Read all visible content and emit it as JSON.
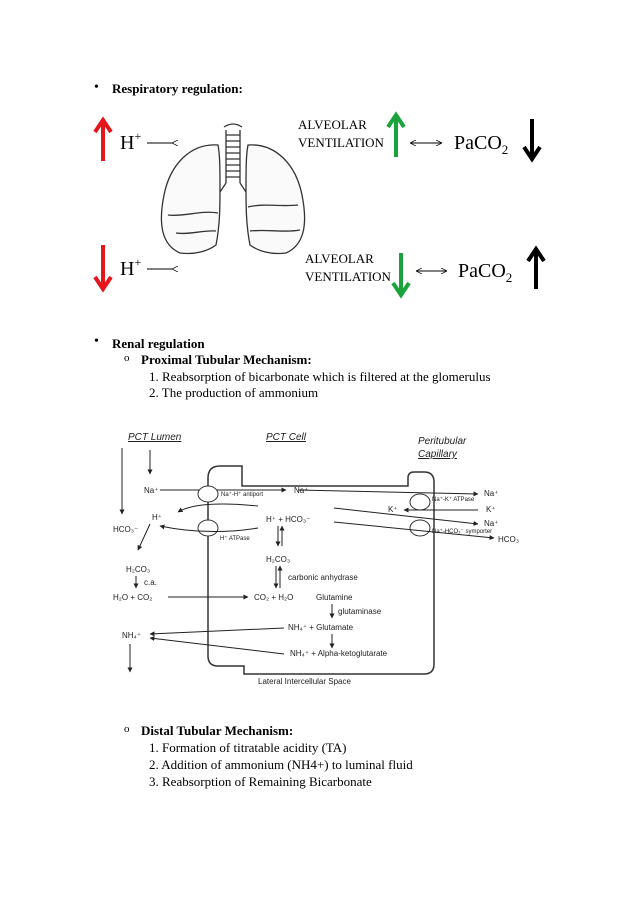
{
  "section1": {
    "bullet": "•",
    "title": "Respiratory regulation:",
    "figure": {
      "h_top": "H",
      "h_top_sup": "+",
      "h_bottom": "H",
      "h_bottom_sup": "+",
      "alveolar_top_1": "ALVEOLAR",
      "alveolar_top_2": "VENTILATION",
      "alveolar_bottom_1": "ALVEOLAR",
      "alveolar_bottom_2": "VENTILATION",
      "paco2_top": "PaCO",
      "paco2_top_sub": "2",
      "paco2_bottom": "PaCO",
      "paco2_bottom_sub": "2",
      "colors": {
        "up": "#e4161b",
        "green": "#1aa33a",
        "black": "#000000"
      }
    }
  },
  "section2": {
    "bullet": "•",
    "title": "Renal regulation",
    "proximal": {
      "bullet": "o",
      "title": "Proximal Tubular Mechanism:",
      "items": [
        "1.  Reabsorption of bicarbonate which is filtered at the glomerulus",
        "2.  The production of ammonium"
      ]
    },
    "diagram": {
      "pct_lumen": "PCT Lumen",
      "pct_cell": "PCT Cell",
      "peritubular_1": "Peritubular",
      "peritubular_2": "Capillary",
      "na_lumen": "Na⁺",
      "na_cell": "Na⁺",
      "na_cap1": "Na⁺",
      "na_cap2": "Na⁺",
      "antiport": "Na⁺-H⁺ antiport",
      "atpase": "H⁺ ATPase",
      "na_k_atpase": "Na⁺-K⁺ ATPase",
      "symporter": "Na⁺-HCO₃⁻ symporter",
      "k_cell": "K⁺",
      "k_cap": "K⁺",
      "h_lumen": "H⁺",
      "hco3_lumen": "HCO₃⁻",
      "h_hco3_cell": "H⁺  +  HCO₃⁻",
      "hco3_cap": "HCO₃",
      "h2co3_lumen": "H₂CO₃",
      "ca": "c.a.",
      "h2co3_cell": "H₂CO₃",
      "carbonic": "carbonic anhydrase",
      "h2o_co2_lumen": "H₂O + CO₂",
      "co2_h2o_cell": "CO₂  + H₂O",
      "glutamine": "Glutamine",
      "glutaminase": "glutaminase",
      "nh4_glutamate": "NH₄⁺  + Glutamate",
      "nh4_lumen": "NH₄⁺",
      "nh4_alpha": "NH₄⁺  + Alpha-ketoglutarate",
      "lateral": "Lateral Intercellular Space"
    },
    "distal": {
      "bullet": "o",
      "title": "Distal Tubular Mechanism:",
      "items": [
        "1.  Formation of titratable acidity (TA)",
        "2.  Addition of ammonium (NH4+) to luminal fluid",
        "3.  Reabsorption of Remaining Bicarbonate"
      ]
    }
  }
}
